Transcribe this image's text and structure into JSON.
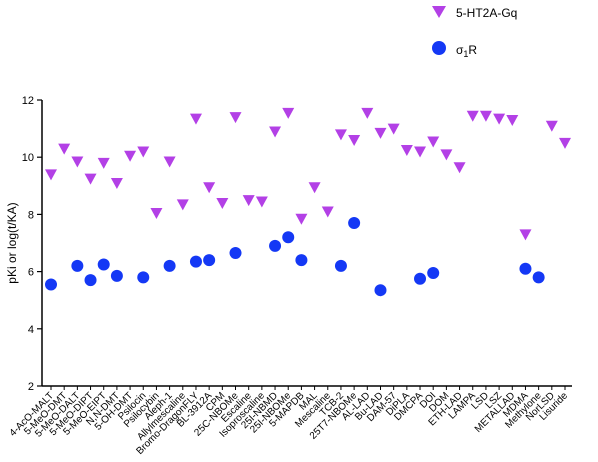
{
  "chart_data": {
    "type": "scatter",
    "ylabel": "pKi or log(t/KA)",
    "ylim": [
      2,
      12
    ],
    "yticks": [
      2,
      4,
      6,
      8,
      10,
      12
    ],
    "grid": false,
    "legend_position": "top-right",
    "categories": [
      "4-AcO-MALT",
      "5-MeO-DMT",
      "5-MeO-DALT",
      "5-MeO-DIPT",
      "5-MeO-EIPT",
      "N,N-DMT",
      "5-OH-DMT",
      "Psilocin",
      "Psilocybin",
      "Aleph-1",
      "Allylmescaline",
      "Bromo-DragonFLY",
      "BL-3912A",
      "CPM",
      "25C-NBOMe",
      "Escaline",
      "Isoproscaline",
      "25I-NBMD",
      "25I-NBOMe",
      "5-MAPDB",
      "MAL",
      "Mescaline",
      "TCB-2",
      "25T7-NBOMe",
      "AL-LAD",
      "Bu-LAD",
      "DAM-57",
      "DiPLA",
      "DMCPA",
      "DOI",
      "DOM",
      "ETH-LAD",
      "LAMPA",
      "LSD",
      "LSZ",
      "METALLAD",
      "MDMA",
      "Methylone",
      "NorLSD",
      "Lisuride"
    ],
    "series": [
      {
        "name": "5-HT2A-Gq",
        "marker": "triangle-down",
        "color": "#b340e6",
        "values": [
          9.4,
          10.3,
          9.85,
          9.25,
          9.8,
          9.1,
          10.05,
          10.2,
          8.05,
          9.85,
          8.35,
          11.35,
          8.95,
          8.4,
          11.4,
          8.5,
          8.45,
          10.9,
          11.55,
          7.85,
          8.95,
          8.1,
          10.8,
          10.6,
          11.55,
          10.85,
          11.0,
          10.25,
          10.2,
          10.55,
          10.1,
          9.65,
          11.45,
          11.45,
          11.35,
          11.3,
          7.3,
          null,
          11.1,
          10.5
        ]
      },
      {
        "name": "σ1R",
        "marker": "circle",
        "color": "#1438f5",
        "values": [
          5.55,
          null,
          6.2,
          5.7,
          6.25,
          5.85,
          null,
          5.8,
          null,
          6.2,
          null,
          6.35,
          6.4,
          null,
          6.65,
          null,
          null,
          6.9,
          7.2,
          6.4,
          null,
          null,
          6.2,
          7.7,
          null,
          5.35,
          null,
          null,
          5.75,
          5.95,
          null,
          null,
          null,
          null,
          null,
          null,
          6.1,
          5.8,
          null,
          null
        ]
      }
    ]
  }
}
